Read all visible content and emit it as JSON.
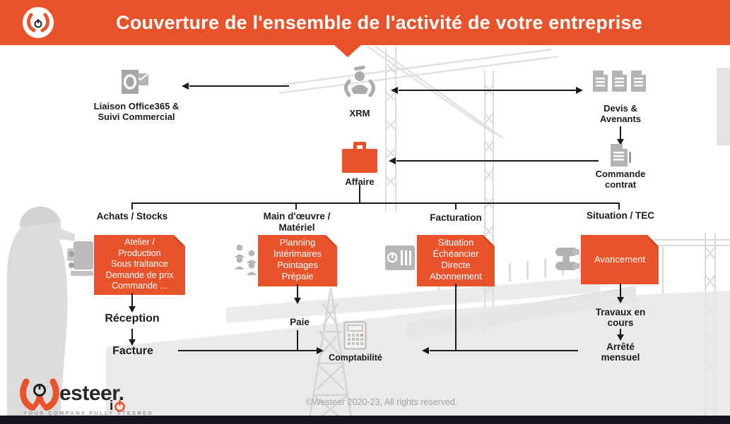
{
  "header": {
    "title": "Couverture de l'ensemble de l'activité de votre entreprise"
  },
  "colors": {
    "accent": "#E8532C",
    "icon_gray": "#B3B3B3",
    "line": "#1A1A1A",
    "footer_bar": "#14141F"
  },
  "nodes": {
    "office365": {
      "icon": "outlook-icon",
      "line1": "Liaison Office365 &",
      "line2": "Suivi Commercial"
    },
    "xrm": {
      "icon": "xrm-person-icon",
      "label": "XRM"
    },
    "devis": {
      "icon": "documents-stack-icon",
      "line1": "Devis &",
      "line2": "Avenants"
    },
    "commande": {
      "icon": "signed-document-icon",
      "line1": "Commande",
      "line2": "contrat"
    },
    "affaire": {
      "icon": "briefcase-icon",
      "label": "Affaire"
    },
    "comptabilite": {
      "icon": "calculator-icon",
      "label": "Comptabilité"
    }
  },
  "branches": [
    {
      "label1": "Achats / Stocks",
      "label2": "",
      "icon": "truck-icon",
      "box_lines": [
        "Atelier /",
        "Production",
        "Sous traitance",
        "Demande de prix",
        "Commande ..."
      ]
    },
    {
      "label1": "Main d'œuvre /",
      "label2": "Matériel",
      "icon": "team-icon",
      "box_lines": [
        "Planning",
        "Intérimaires",
        "Pointages",
        "Prépaie"
      ]
    },
    {
      "label1": "Facturation",
      "label2": "",
      "icon": "invoice-icon",
      "box_lines": [
        "Situation",
        "Échéancier",
        "Directe",
        "Abonnement"
      ]
    },
    {
      "label1": "Situation / TEC",
      "label2": "",
      "icon": "binoculars-icon",
      "box_lines": [
        "Avancement"
      ]
    }
  ],
  "flow": {
    "reception": "Réception",
    "facture": "Facture",
    "paie": "Paie",
    "travaux1": "Travaux en",
    "travaux2": "cours",
    "arrete1": "Arrêté",
    "arrete2": "mensuel"
  },
  "footer": {
    "wordmark": "esteer.",
    "io_letter": "i",
    "tagline": "YOUR COMPANY FULLY STEERED",
    "copyright": "©Westeer 2020-23, All rights reserved."
  }
}
